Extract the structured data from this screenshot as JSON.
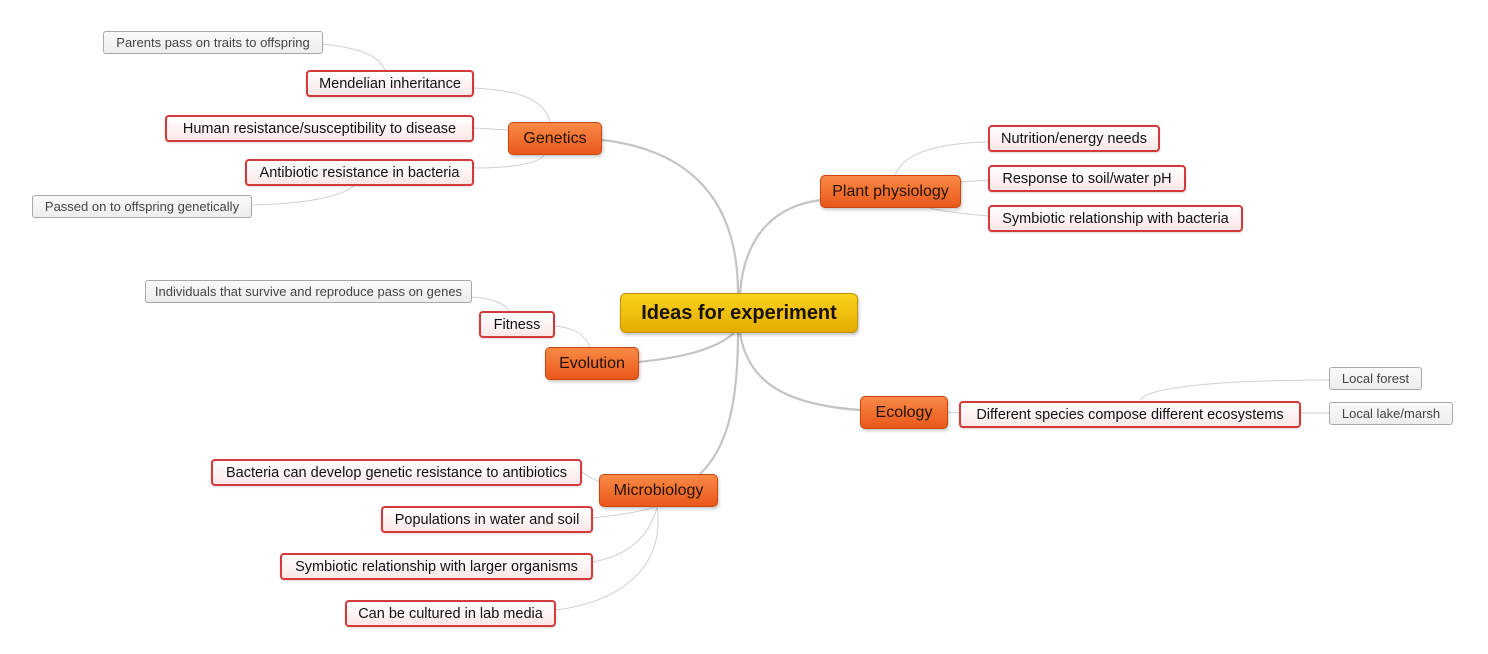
{
  "central": "Ideas for experiment",
  "genetics": {
    "label": "Genetics",
    "mendelian": "Mendelian inheritance",
    "parents_pass": "Parents pass on traits to offspring",
    "human_resistance": "Human resistance/susceptibility to disease",
    "antibiotic": "Antibiotic resistance in bacteria",
    "passed_on": "Passed on to offspring genetically"
  },
  "evolution": {
    "label": "Evolution",
    "fitness": "Fitness",
    "individuals": "Individuals that survive and reproduce pass on genes"
  },
  "microbiology": {
    "label": "Microbiology",
    "bacteria_resistance": "Bacteria can develop genetic resistance to antibiotics",
    "populations": "Populations in water and soil",
    "symbiotic": "Symbiotic relationship with larger organisms",
    "cultured": "Can be cultured in lab media"
  },
  "plant_physiology": {
    "label": "Plant physiology",
    "nutrition": "Nutrition/energy needs",
    "response": "Response to soil/water pH",
    "symbiotic": "Symbiotic relationship with bacteria"
  },
  "ecology": {
    "label": "Ecology",
    "species": "Different species compose different ecosystems",
    "forest": "Local forest",
    "lake": "Local lake/marsh"
  },
  "colors": {
    "central": "#f2c200",
    "main_topic": "#f06a2a",
    "subtopic_border": "#d43a3a",
    "leaf_border": "#a8a8a8",
    "connector": "#c4c4c4"
  }
}
